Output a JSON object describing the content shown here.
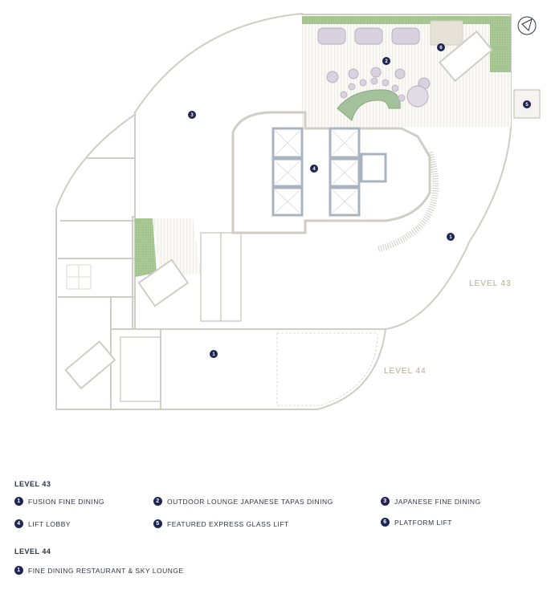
{
  "plan": {
    "level_labels": {
      "level_43": "LEVEL 43",
      "level_44": "LEVEL 44"
    },
    "markers": [
      "1",
      "2",
      "3",
      "4",
      "5",
      "6",
      "1"
    ]
  },
  "legend": {
    "level_43_title": "LEVEL 43",
    "level_43_items": [
      {
        "num": "1",
        "label": "FUSION FINE DINING"
      },
      {
        "num": "2",
        "label": "OUTDOOR LOUNGE JAPANESE TAPAS DINING"
      },
      {
        "num": "3",
        "label": "JAPANESE FINE DINING"
      },
      {
        "num": "4",
        "label": "LIFT LOBBY"
      },
      {
        "num": "5",
        "label": "FEATURED EXPRESS GLASS LIFT"
      },
      {
        "num": "6",
        "label": "PLATFORM LIFT"
      }
    ],
    "level_44_title": "LEVEL 44",
    "level_44_items": [
      {
        "num": "1",
        "label": "FINE DINING RESTAURANT & SKY LOUNGE"
      }
    ]
  },
  "colors": {
    "wall": "#cfcdc6",
    "glazing": "#a9b4c0",
    "landscape": "#9fc28a",
    "marker": "#1f2552",
    "level_text": "#b8a98a"
  },
  "icons": [
    "compass-icon"
  ]
}
